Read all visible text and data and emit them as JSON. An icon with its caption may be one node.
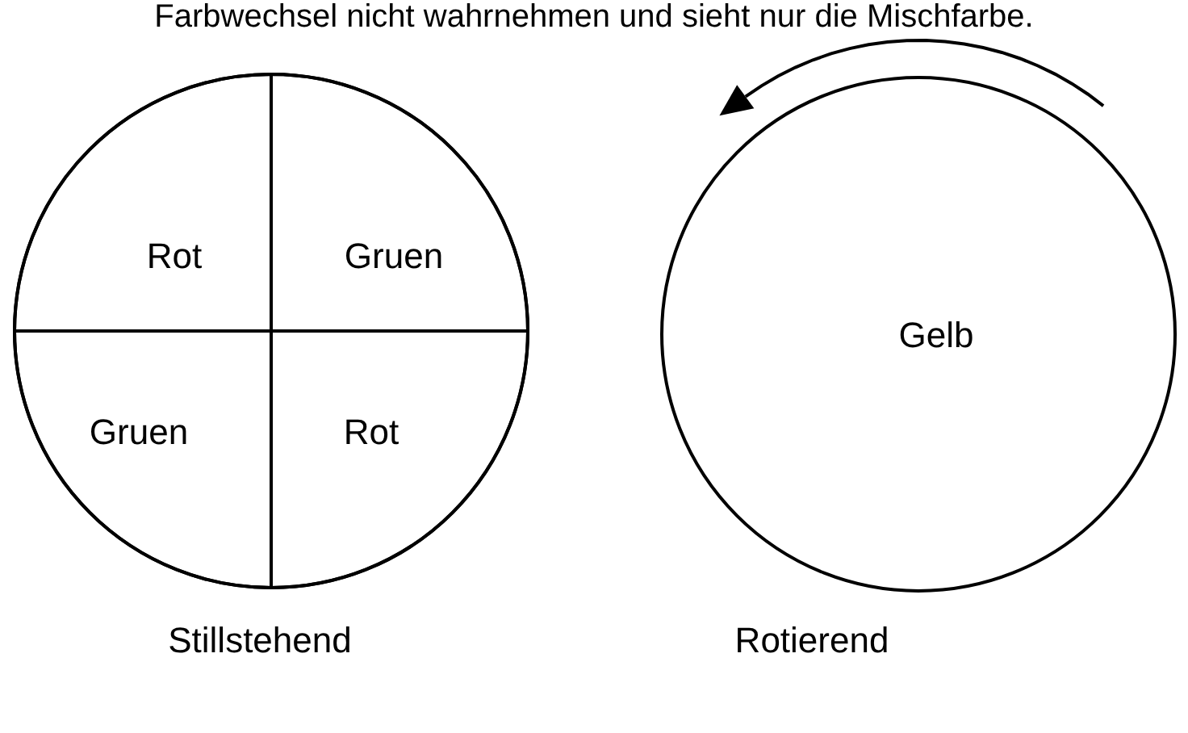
{
  "diagram": {
    "nodes": [
      {
        "text": [],
        "shape": "circle",
        "beside": [
          "Stillstehend"
        ]
      },
      {
        "text": [
          "Rot"
        ],
        "in": 0
      },
      {
        "text": [
          "Gruen"
        ],
        "in": 0
      },
      {
        "text": [
          "Gruen"
        ],
        "in": 0
      },
      {
        "text": [
          "Rot"
        ],
        "in": 0
      },
      {
        "text": [
          "Gelb"
        ],
        "beside": [
          "Rotierend"
        ]
      }
    ],
    "labels": [
      "Farbwechsel nicht wahrnehmen und sieht nur die Mischfarbe."
    ]
  }
}
